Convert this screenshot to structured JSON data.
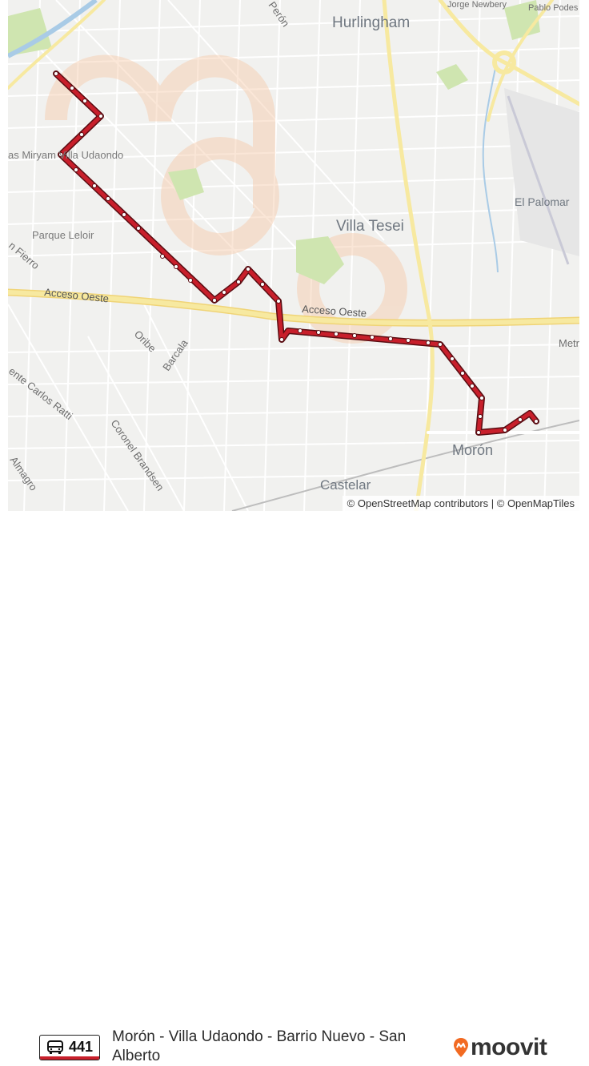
{
  "map": {
    "place_labels": {
      "hurlingham": "Hurlingham",
      "villa_tesei": "Villa Tesei",
      "moron": "Morón",
      "castelar": "Castelar",
      "el_palomar": "El Palomar",
      "parque_leloir": "Parque Leloir",
      "villa_udaondo": "as Miryam Villa Udaondo",
      "jorge_newbery": "Jorge Newbery",
      "pablo_podes": "Pablo Podes",
      "metro": "Metr"
    },
    "street_labels": {
      "peron": "Perón",
      "acceso_oeste_1": "Acceso Oeste",
      "acceso_oeste_2": "Acceso Oeste",
      "oribe": "Oribe",
      "barcala": "Barcala",
      "fierro": "n Fierro",
      "carlos_ratti": "ente Carlos Ratti",
      "coronel_brandsen": "Coronel Brandsen",
      "almagro": "Almagro"
    },
    "attribution": "© OpenStreetMap contributors | © OpenMapTiles",
    "colors": {
      "route": "#c81f2b",
      "route_casing": "#5a0d12",
      "highway": "#f7e9a0",
      "water": "#a9cbe6",
      "park": "#cfe5b0",
      "watermark": "#f6c9a8"
    }
  },
  "footer": {
    "route_number": "441",
    "route_name": "Morón - Villa Udaondo - Barrio Nuevo - San Alberto",
    "brand": "moovit",
    "bus_icon": "bus-icon",
    "pin_icon": "moovit-pin-icon"
  }
}
